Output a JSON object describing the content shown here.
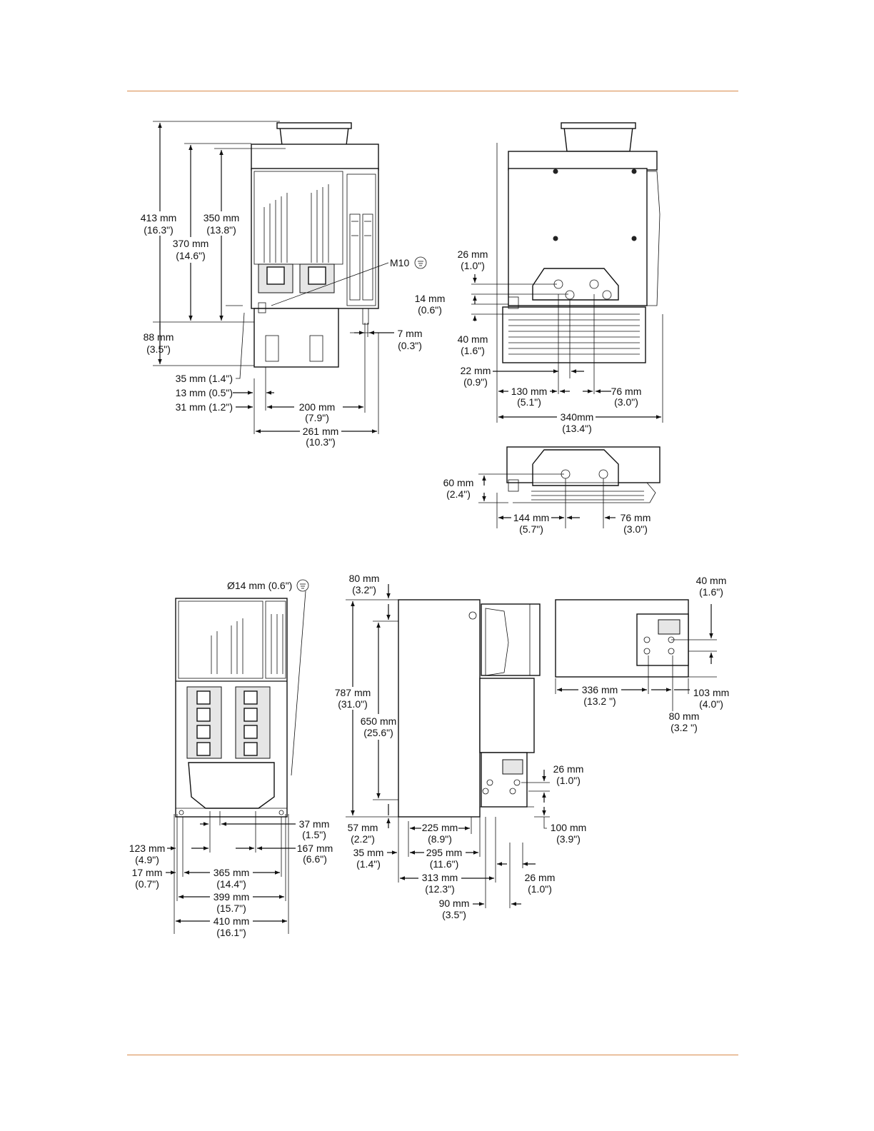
{
  "colors": {
    "rule": "#d98a4a",
    "line": "#111111"
  },
  "top_front": {
    "d413": [
      "413 mm",
      "(16.3\")"
    ],
    "d370": [
      "370 mm",
      "(14.6\")"
    ],
    "d350": [
      "350 mm",
      "(13.8\")"
    ],
    "d88": [
      "88 mm",
      "(3.5\")"
    ],
    "m10": "M10",
    "d7": [
      "7 mm",
      "(0.3\")"
    ],
    "d35": "35 mm (1.4\")",
    "d13": "13 mm (0.5\")",
    "d31": "31 mm (1.2\")",
    "d200": [
      "200 mm",
      "(7.9\")"
    ],
    "d261": [
      "261 mm",
      "(10.3\")"
    ]
  },
  "top_side": {
    "d26": [
      "26 mm",
      "(1.0\")"
    ],
    "d14": [
      "14 mm",
      "(0.6\")"
    ],
    "d40": [
      "40 mm",
      "(1.6\")"
    ],
    "d22": [
      "22 mm",
      "(0.9\")"
    ],
    "d130": [
      "130 mm",
      "(5.1\")"
    ],
    "d76": [
      "76 mm",
      "(3.0\")"
    ],
    "d340": [
      "340mm",
      "(13.4\")"
    ]
  },
  "top_alt": {
    "d60": [
      "60 mm",
      "(2.4\")"
    ],
    "d144": [
      "144 mm",
      "(5.7\")"
    ],
    "d76": [
      "76 mm",
      "(3.0\")"
    ]
  },
  "bottom_front": {
    "hole": "Ø14 mm (0.6\")",
    "d37": [
      "37 mm",
      "(1.5\")"
    ],
    "d167": [
      "167 mm",
      "(6.6\")"
    ],
    "d123": [
      "123 mm",
      "(4.9\")"
    ],
    "d17": [
      "17 mm",
      "(0.7\")"
    ],
    "d365": [
      "365 mm",
      "(14.4\")"
    ],
    "d399": [
      "399 mm",
      "(15.7\")"
    ],
    "d410": [
      "410 mm",
      "(16.1\")"
    ]
  },
  "bottom_side": {
    "d80": [
      "80 mm",
      "(3.2\")"
    ],
    "d787": [
      "787 mm",
      "(31.0\")"
    ],
    "d650": [
      "650 mm",
      "(25.6\")"
    ],
    "d57": [
      "57 mm",
      "(2.2\")"
    ],
    "d35": [
      "35 mm",
      "(1.4\")"
    ],
    "d225": [
      "225 mm",
      "(8.9\")"
    ],
    "d295": [
      "295 mm",
      "(11.6\")"
    ],
    "d313": [
      "313 mm",
      "(12.3\")"
    ],
    "d90": [
      "90 mm",
      "(3.5\")"
    ],
    "d26a": [
      "26 mm",
      "(1.0\")"
    ],
    "d26b": [
      "26 mm",
      "(1.0\")"
    ],
    "d100": [
      "100 mm",
      "(3.9\")"
    ]
  },
  "bottom_top": {
    "d40": [
      "40 mm",
      "(1.6\")"
    ],
    "d336": [
      "336 mm",
      "(13.2 \")"
    ],
    "d103": [
      "103 mm",
      "(4.0\")"
    ],
    "d80": [
      "80 mm",
      "(3.2 \")"
    ]
  }
}
